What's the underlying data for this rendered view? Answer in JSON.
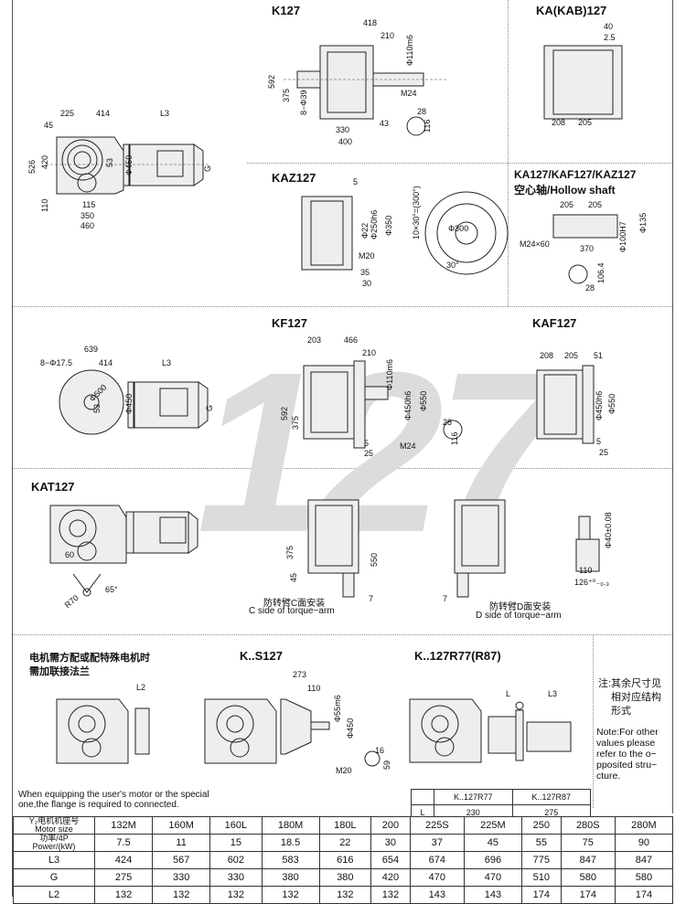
{
  "watermark": "127",
  "sections": {
    "k127": {
      "title": "K127",
      "dims": {
        "d418": "418",
        "d210": "210",
        "d110m6": "Φ110m6",
        "d592": "592",
        "d375": "375",
        "d8phi39": "8−Φ39",
        "dM24": "M24",
        "d330": "330",
        "d400": "400",
        "d43": "43",
        "d28": "28",
        "d116": "116"
      }
    },
    "base_motor": {
      "dims": {
        "d45": "45",
        "d225": "225",
        "d414": "414",
        "dL3": "L3",
        "d526": "526",
        "d420": "420",
        "d53": "53",
        "d450": "Φ450",
        "dG": "G",
        "d110": "110",
        "d115": "115",
        "d350": "350",
        "d460": "460"
      }
    },
    "ka127": {
      "title": "KA(KAB)127",
      "dims": {
        "d40": "40",
        "d2_5": "2.5",
        "d208": "208",
        "d205": "205"
      }
    },
    "kaz127": {
      "title": "KAZ127",
      "dims": {
        "d5": "5",
        "d22": "Φ22",
        "d250h6": "Φ250h6",
        "d350": "Φ350",
        "dM20": "M20",
        "d35": "35",
        "d30": "30",
        "dpattern": "10×30°=(300°)",
        "d300": "Φ300",
        "dangle": "30°"
      }
    },
    "hollow": {
      "title_line1": "KA127/KAF127/KAZ127",
      "title_line2": "空心轴/Hollow shaft",
      "dims": {
        "d205a": "205",
        "d205b": "205",
        "d135": "Φ135",
        "d100H7": "Φ100H7",
        "dM24x60": "M24×60",
        "d370": "370",
        "d106_4": "106.4",
        "d28": "28"
      }
    },
    "kf_motor": {
      "dims": {
        "d639": "639",
        "d8phi17": "8−Φ17.5",
        "d414": "414",
        "dL3": "L3",
        "d500": "Φ500",
        "d53": "53",
        "d450": "Φ450",
        "dG": "G"
      }
    },
    "kf127": {
      "title": "KF127",
      "dims": {
        "d203": "203",
        "d466": "466",
        "d210": "210",
        "d110m6": "Φ110m6",
        "d450h6": "Φ450h6",
        "d550": "Φ550",
        "d592": "592",
        "d375": "375",
        "dM24": "M24",
        "d5": "5",
        "d25": "25",
        "d28": "28",
        "d116": "116"
      }
    },
    "kaf127": {
      "title": "KAF127",
      "dims": {
        "d208": "208",
        "d205": "205",
        "d51": "51",
        "d450h6": "Φ450h6",
        "d550": "Φ550",
        "d5": "5",
        "d25": "25"
      }
    },
    "kat127": {
      "title": "KAT127",
      "dims": {
        "d60": "60",
        "dR70": "R70",
        "d65": "65°",
        "d375": "375",
        "d45": "45",
        "d550": "550",
        "d7a": "7",
        "d7b": "7",
        "d40": "Φ40±0.08",
        "d110": "110",
        "d126": "126⁺⁰₋₀.₃"
      },
      "c_side_zh": "防转臂C面安装",
      "c_side_en": "C side of torque−arm",
      "d_side_zh": "防转臂D面安装",
      "d_side_en": "D side of torque−arm"
    },
    "adapter": {
      "note_zh_line1": "电机需方配或配特殊电机时",
      "note_zh_line2": "需加联接法兰",
      "note_en_line1": "When equipping the user's motor or the special",
      "note_en_line2": "one,the flange is required to connected.",
      "dims": {
        "dL2": "L2"
      }
    },
    "ks127": {
      "title": "K..S127",
      "dims": {
        "d273": "273",
        "d110": "110",
        "d55m6": "Φ55m6",
        "d450": "Φ450",
        "dM20": "M20",
        "d16": "16",
        "d59": "59"
      }
    },
    "kr77": {
      "title": "K..127R77(R87)",
      "dims": {
        "dL": "L",
        "dL3": "L3"
      },
      "table": {
        "headers": [
          "",
          "K..127R77",
          "K..127R87"
        ],
        "row": [
          "L",
          "230",
          "275"
        ]
      }
    },
    "note": {
      "zh_line1": "注:其余尺寸见",
      "zh_line2": "相对应结构",
      "zh_line3": "形式",
      "en": [
        "Note:For other",
        "values please",
        "refer to the o−",
        "pposited stru−",
        "cture."
      ]
    }
  },
  "spec_table": {
    "row_headers": [
      {
        "zh": "Y₂电机机座号",
        "en": "Motor size"
      },
      {
        "zh": "功率/4P",
        "en": "Power/(kW)"
      },
      {
        "label": "L3"
      },
      {
        "label": "G"
      },
      {
        "label": "L2"
      }
    ],
    "motor_sizes": [
      "132M",
      "160M",
      "160L",
      "180M",
      "180L",
      "200",
      "225S",
      "225M",
      "250",
      "280S",
      "280M"
    ],
    "power_kw": [
      "7.5",
      "11",
      "15",
      "18.5",
      "22",
      "30",
      "37",
      "45",
      "55",
      "75",
      "90"
    ],
    "L3": [
      "424",
      "567",
      "602",
      "583",
      "616",
      "654",
      "674",
      "696",
      "775",
      "847",
      "847"
    ],
    "G": [
      "275",
      "330",
      "330",
      "380",
      "380",
      "420",
      "470",
      "470",
      "510",
      "580",
      "580"
    ],
    "L2": [
      "132",
      "132",
      "132",
      "132",
      "132",
      "132",
      "143",
      "143",
      "174",
      "174",
      "174"
    ]
  }
}
